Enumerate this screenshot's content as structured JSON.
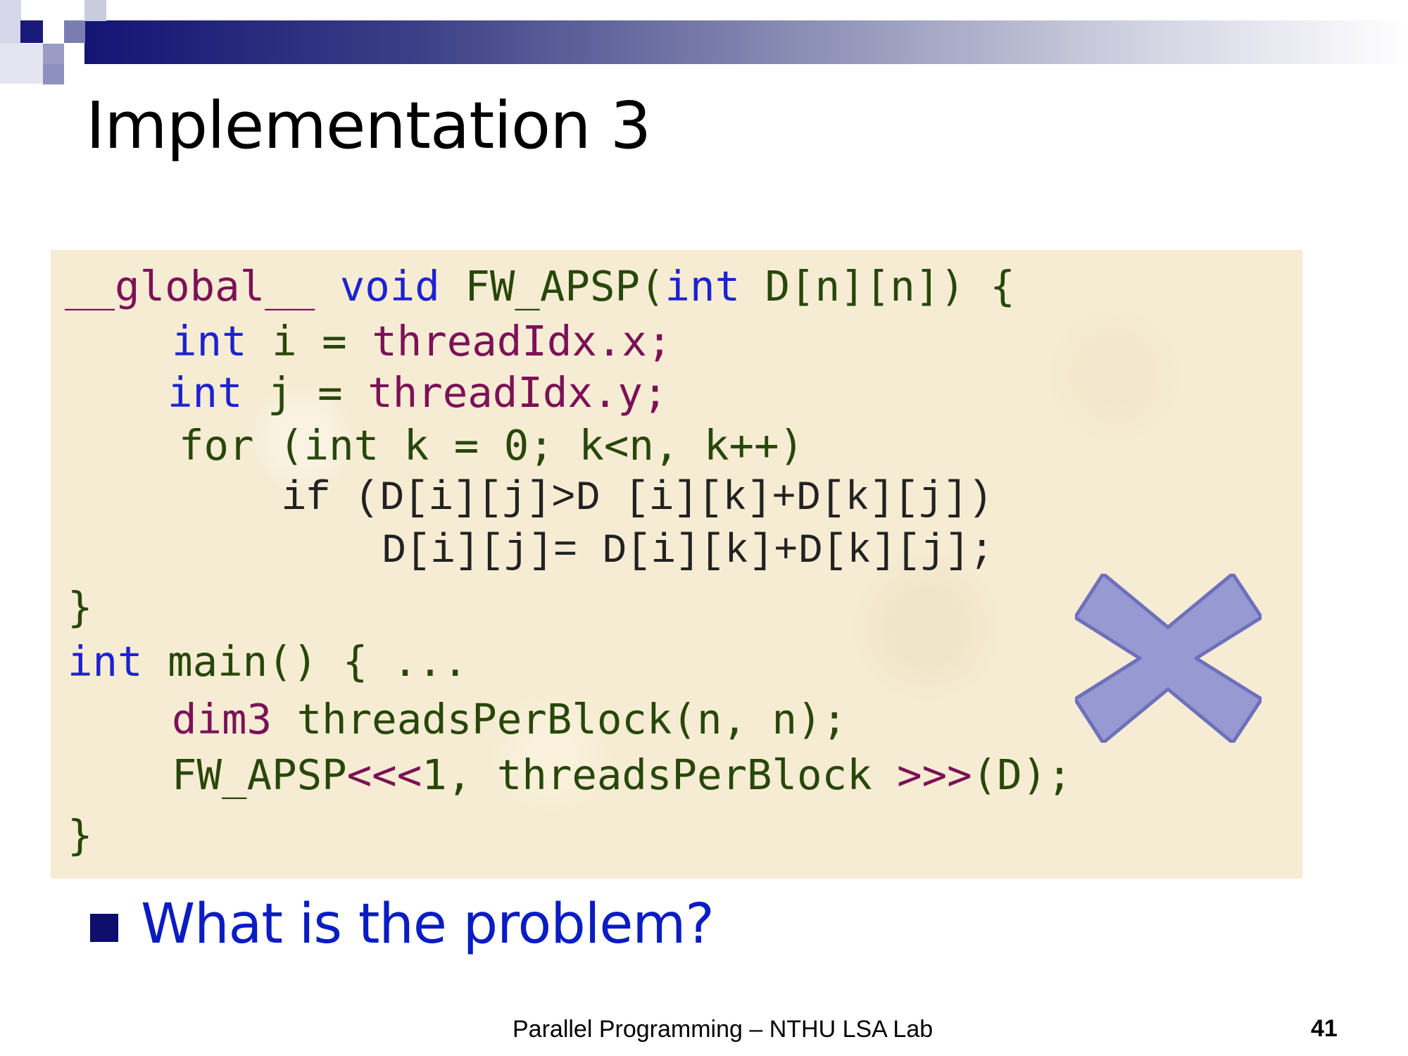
{
  "slide": {
    "title": "Implementation 3",
    "bullet": "What is the problem?",
    "footer": "Parallel Programming – NTHU LSA Lab",
    "page_number": "41"
  },
  "code": {
    "line1": {
      "a": "__global__",
      "b": " void",
      "c": " FW_APSP(",
      "d": "int",
      "e": " D[n][n]) {"
    },
    "line2": {
      "a": "int",
      "b": " i = ",
      "c": "threadIdx.x;"
    },
    "line3": {
      "a": "int",
      "b": " j = ",
      "c": "threadIdx.y;"
    },
    "line4": {
      "a": "for (int k = 0; k<n, k++)"
    },
    "line5": {
      "a": "if (D[i][j]>D [i][k]+D[k][j])"
    },
    "line6": {
      "a": "D[i][j]= D[i][k]+D[k][j];"
    },
    "line7": {
      "a": "}"
    },
    "line8": {
      "a": "int",
      "b": " main() { ..."
    },
    "line9": {
      "a": "dim3",
      "b": " threadsPerBlock(n, n);"
    },
    "line10": {
      "a": "FW_APSP",
      "b": "<<<",
      "c": "1, threadsPerBlock ",
      "d": ">>>",
      "e": "(D);"
    },
    "line11": {
      "a": "}"
    }
  },
  "colors": {
    "keyword": "#1d22d0",
    "identifier": "#7c1158",
    "text": "#28470a",
    "x_mark": "#9799d3",
    "bullet": "#0a1cc2"
  },
  "icons": {
    "x_mark": "cross-icon",
    "bullet": "square-bullet-icon"
  }
}
